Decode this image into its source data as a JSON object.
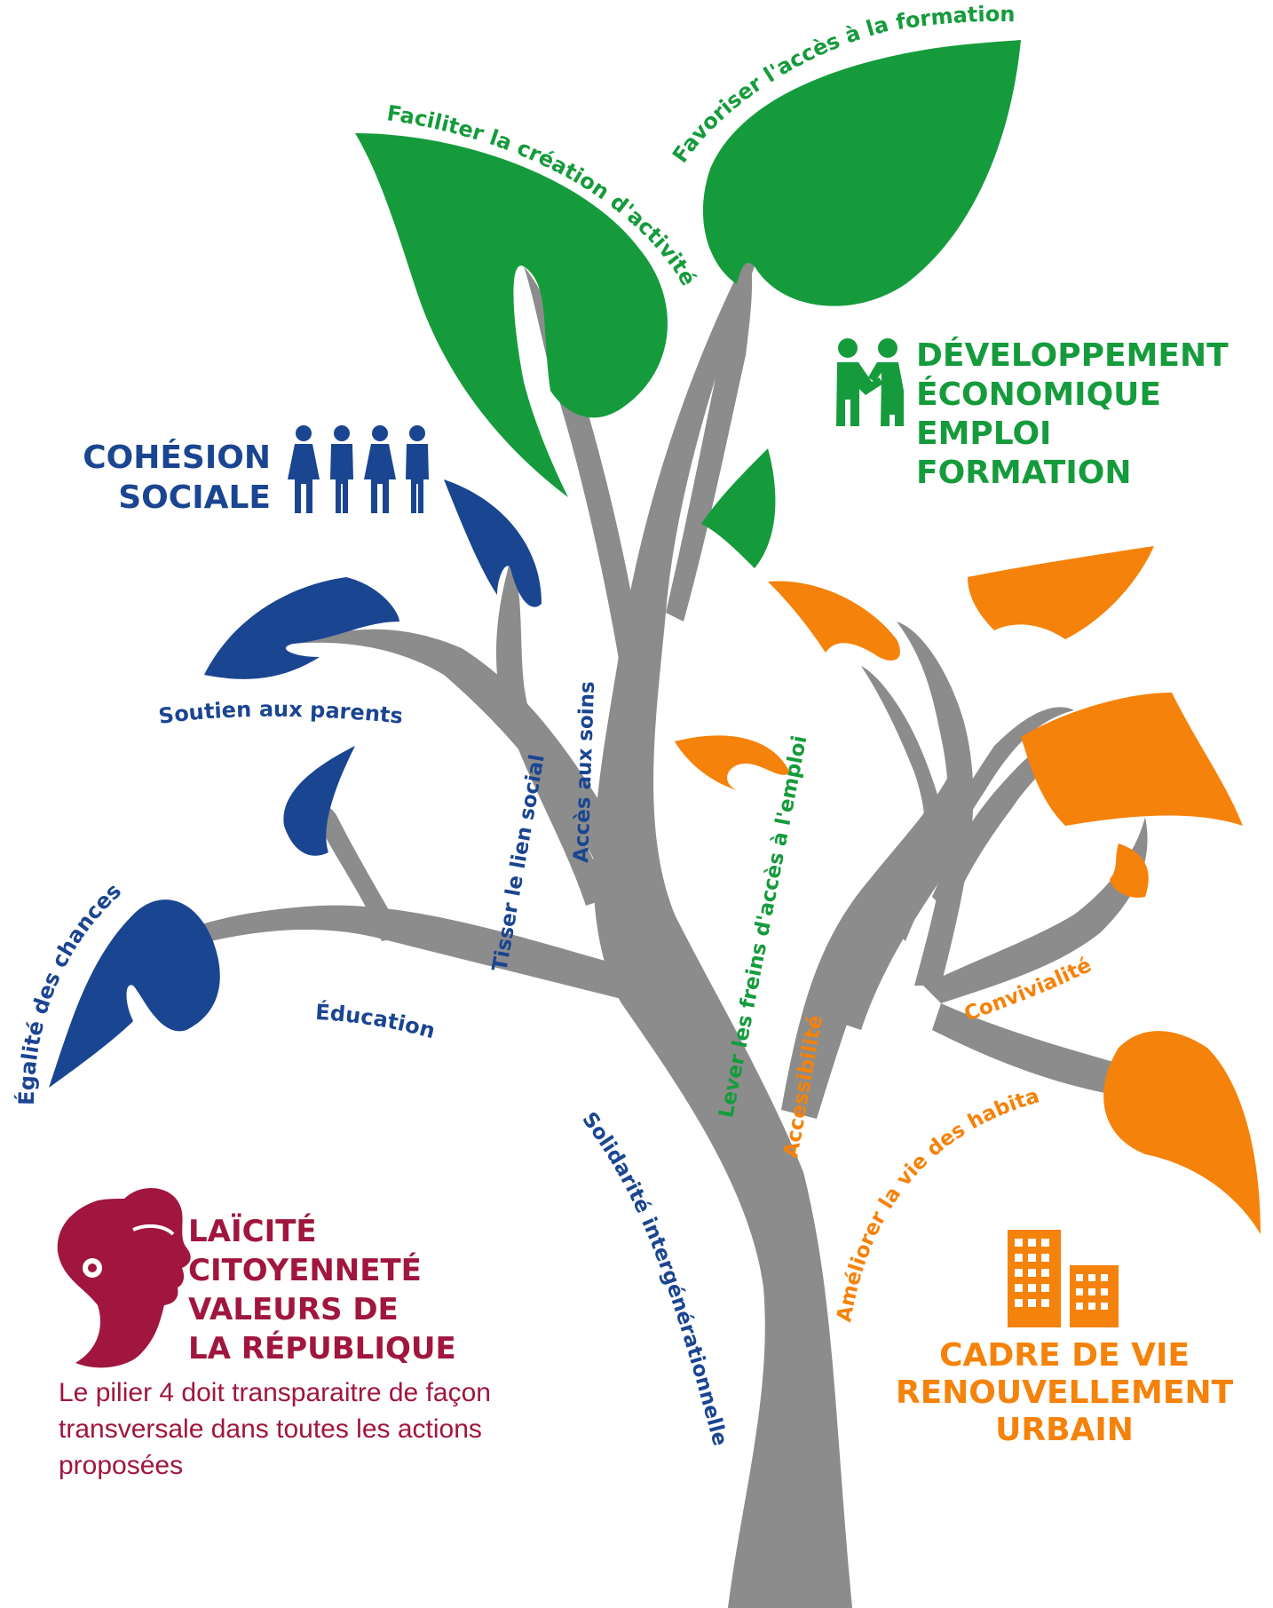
{
  "pillars": {
    "economic": {
      "lines": [
        "DÉVELOPPEMENT",
        "ÉCONOMIQUE",
        "EMPLOI",
        "FORMATION"
      ],
      "icon": "handshake-icon",
      "color": "#169b3c"
    },
    "social": {
      "lines": [
        "COHÉSION",
        "SOCIALE"
      ],
      "icon": "people-group-icon",
      "color": "#1a4591"
    },
    "living": {
      "lines": [
        "CADRE DE VIE",
        "RENOUVELLEMENT",
        "URBAIN"
      ],
      "icon": "buildings-icon",
      "color": "#f5820a"
    },
    "republic": {
      "lines": [
        "LAÏCITÉ",
        "CITOYENNETÉ",
        "VALEURS DE",
        "LA RÉPUBLIQUE"
      ],
      "icon": "marianne-icon",
      "color": "#a0163e"
    }
  },
  "branch_labels": {
    "faciliter": "Faciliter la création d'activité",
    "favoriser": "Favoriser l'accès à la formation",
    "lever": "Lever les freins d'accès à l'emploi",
    "soutien": "Soutien aux parents",
    "tisser": "Tisser le lien social",
    "acces_soins": "Accès aux soins",
    "egalite": "Égalité des chances",
    "education": "Éducation",
    "solidarite": "Solidarité intergénérationnelle",
    "accessibilite": "Accessibilité",
    "convivialite": "Convivialité",
    "ameliorer": "Améliorer la vie des habitants"
  },
  "caption": "Le pilier 4 doit transparaitre de façon transversale dans toutes les actions proposées",
  "colors": {
    "trunk": "#8c8c8c",
    "green": "#169b3c",
    "blue": "#1a4591",
    "orange": "#f5820a",
    "red": "#a0163e"
  }
}
